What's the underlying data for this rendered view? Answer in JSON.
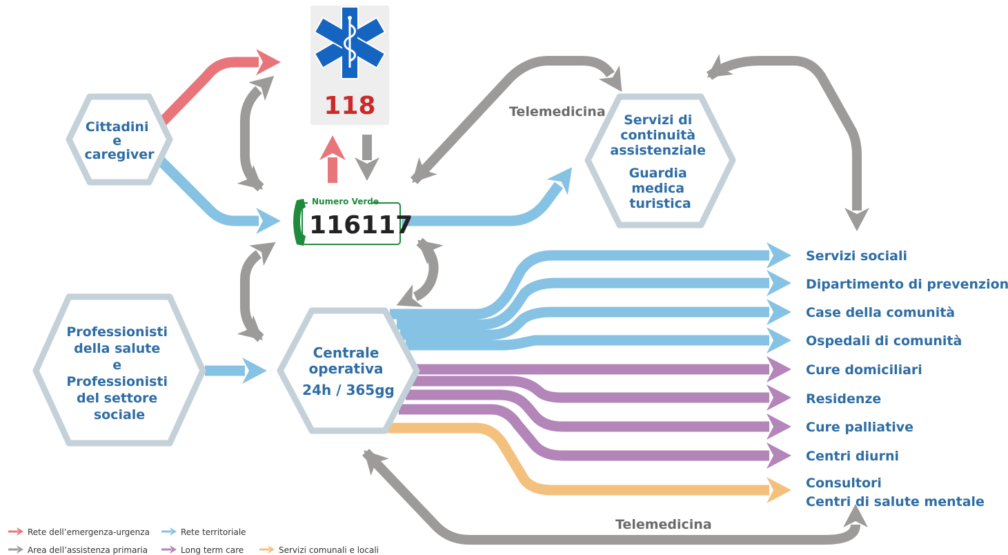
{
  "colors": {
    "emergency": "#e8757a",
    "territorial": "#86c2e4",
    "primary_care": "#9d9b99",
    "long_term_care": "#b385b9",
    "municipal": "#f4c07d",
    "hex_border": "#c4d1d9",
    "text_blue": "#2e6da4",
    "green": "#1e8a3c"
  },
  "box_118": {
    "label": "118",
    "icon": "star-of-life-icon"
  },
  "numero_verde": {
    "caption": "Numero Verde",
    "number": "116117",
    "icon": "phone-handset-icon"
  },
  "hex": {
    "cittadini": [
      "Cittadini",
      "e",
      "caregiver"
    ],
    "professionisti": [
      "Professionisti",
      "della salute",
      "e",
      "Professionisti",
      "del settore",
      "sociale"
    ],
    "servizi": [
      "Servizi di",
      "continuità",
      "assistenziale",
      "Guardia",
      "medica",
      "turistica"
    ],
    "centrale": [
      "Centrale",
      "operativa",
      "24h / 365gg"
    ]
  },
  "telemedicina_top": "Telemedicina",
  "telemedicina_bottom": "Telemedicina",
  "destinations": [
    "Servizi sociali",
    "Dipartimento di prevenzione",
    "Case della comunità",
    "Ospedali di comunità",
    "Cure domiciliari",
    "Residenze",
    "Cure palliative",
    "Centri diurni",
    "Consultori",
    "Centri di salute mentale"
  ],
  "legend": [
    {
      "label": "Rete dell’emergenza-urgenza",
      "color": "#e8757a"
    },
    {
      "label": "Rete territoriale",
      "color": "#86c2e4"
    },
    {
      "label": "Area dell’assistenza primaria",
      "color": "#9d9b99"
    },
    {
      "label": "Long term care",
      "color": "#b385b9"
    },
    {
      "label": "Servizi comunali e locali",
      "color": "#f4c07d"
    }
  ]
}
